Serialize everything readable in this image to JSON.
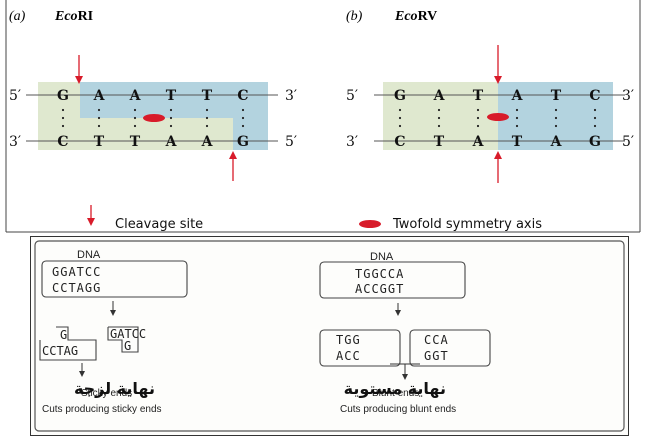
{
  "panel_a": {
    "label": "(a)",
    "enzyme_prefix": "Eco",
    "enzyme_suffix": "RI",
    "end_5_left": "5′",
    "end_3_right": "3′",
    "end_3_left": "3′",
    "end_5_right": "5′",
    "top_bases": [
      "G",
      "A",
      "A",
      "T",
      "T",
      "C"
    ],
    "bottom_bases": [
      "C",
      "T",
      "T",
      "A",
      "A",
      "G"
    ]
  },
  "panel_b": {
    "label": "(b)",
    "enzyme_prefix": "Eco",
    "enzyme_suffix": "RV",
    "end_5_left": "5′",
    "end_3_right": "3′",
    "end_3_left": "3′",
    "end_5_right": "5′",
    "top_bases": [
      "G",
      "A",
      "T",
      "A",
      "T",
      "C"
    ],
    "bottom_bases": [
      "C",
      "T",
      "A",
      "T",
      "A",
      "G"
    ]
  },
  "legend": {
    "cleavage": "Cleavage site",
    "symmetry": "Twofold symmetry axis"
  },
  "sticky": {
    "dna_label": "DNA",
    "seq_top": "GGATCC",
    "seq_bottom": "CCTAGG",
    "frag_left_top": "G",
    "frag_left_bottom": "CCTAG",
    "frag_right_top": "GATCC",
    "frag_right_bottom": "G",
    "ends_label": "Sticky ends",
    "arabic": "نهاية لزجة",
    "caption": "Cuts producing sticky ends"
  },
  "blunt": {
    "dna_label": "DNA",
    "seq_top": "TGGCCA",
    "seq_bottom": "ACCGGT",
    "frag_left_top": "TGG",
    "frag_left_bottom": "ACC",
    "frag_right_top": "CCA",
    "frag_right_bottom": "GGT",
    "ends_label": "Blunt ends",
    "arabic": "نهاية مستوية",
    "caption": "Cuts producing blunt ends"
  },
  "colors": {
    "green_bg": "#dfe8cf",
    "blue_bg": "#b3d3df",
    "arrow": "#d81b2a",
    "axis": "#d81b2a"
  }
}
